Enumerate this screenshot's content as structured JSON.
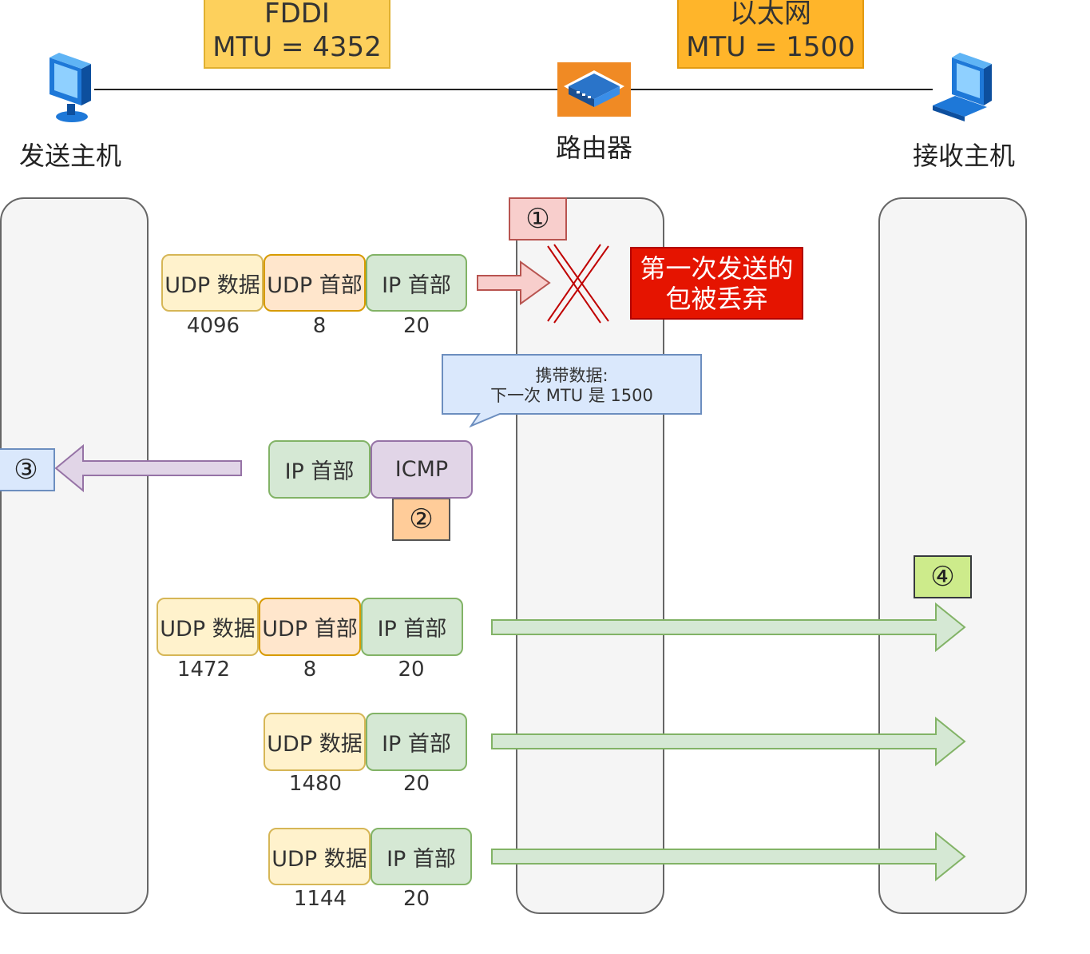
{
  "links": {
    "fddi": {
      "name": "FDDI",
      "mtu": "MTU = 4352"
    },
    "ethernet": {
      "name": "以太网",
      "mtu": "MTU = 1500"
    }
  },
  "nodes": {
    "sender": "发送主机",
    "router": "路由器",
    "receiver": "接收主机"
  },
  "step_badges": [
    "①",
    "②",
    "③",
    "④"
  ],
  "first_send": {
    "segments": [
      {
        "label": "UDP 数据",
        "size": "4096"
      },
      {
        "label": "UDP 首部",
        "size": "8"
      },
      {
        "label": "IP 首部",
        "size": "20"
      }
    ],
    "drop_note": [
      "第一次发送的",
      "包被丢弃"
    ]
  },
  "icmp_reply": {
    "callout": [
      "携带数据:",
      "下一次 MTU 是 1500"
    ],
    "segments": [
      {
        "label": "IP 首部"
      },
      {
        "label": "ICMP"
      }
    ]
  },
  "fragments": [
    {
      "segments": [
        {
          "label": "UDP 数据",
          "size": "1472"
        },
        {
          "label": "UDP 首部",
          "size": "8"
        },
        {
          "label": "IP 首部",
          "size": "20"
        }
      ]
    },
    {
      "segments": [
        {
          "label": "UDP 数据",
          "size": "1480"
        },
        {
          "label": "IP 首部",
          "size": "20"
        }
      ]
    },
    {
      "segments": [
        {
          "label": "UDP 数据",
          "size": "1144"
        },
        {
          "label": "IP 首部",
          "size": "20"
        }
      ]
    }
  ],
  "colors": {
    "fddi_box": "#fdd05c",
    "ethernet_box": "#ffb52a",
    "drop_note": "#e51400",
    "forward_arrow": "#d5e8d4",
    "reply_arrow": "#e1d5e7",
    "first_arrow": "#f8cecc"
  }
}
